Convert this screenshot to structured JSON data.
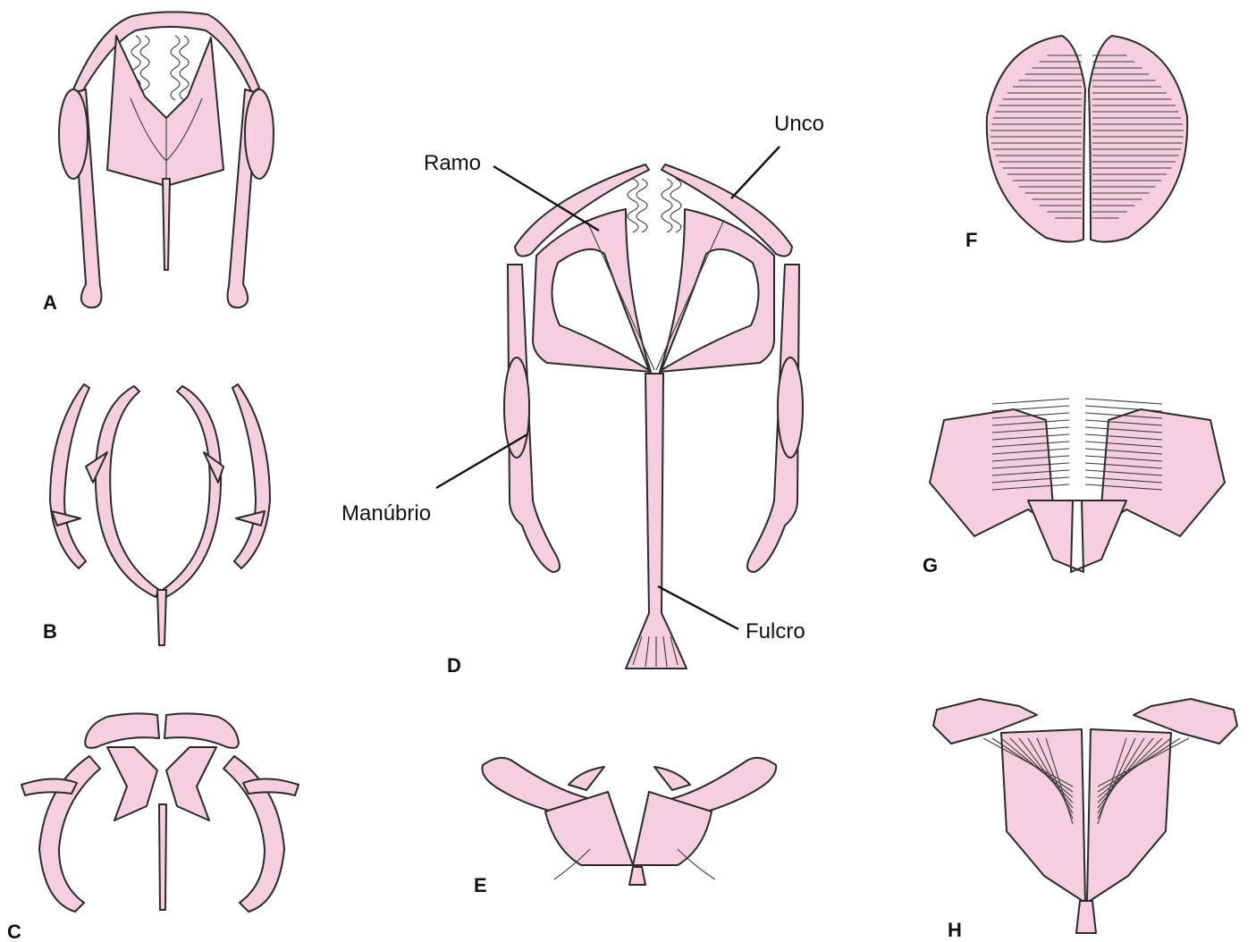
{
  "colors": {
    "fill": "#f5cfe0",
    "stroke": "#2a2a2a",
    "text": "#111111",
    "background": "#ffffff"
  },
  "panels": {
    "a": "A",
    "b": "B",
    "c": "C",
    "d": "D",
    "e": "E",
    "f": "F",
    "g": "G",
    "h": "H"
  },
  "callouts": {
    "ramo": "Ramo",
    "unco": "Unco",
    "manubrio": "Manúbrio",
    "fulcro": "Fulcro"
  }
}
